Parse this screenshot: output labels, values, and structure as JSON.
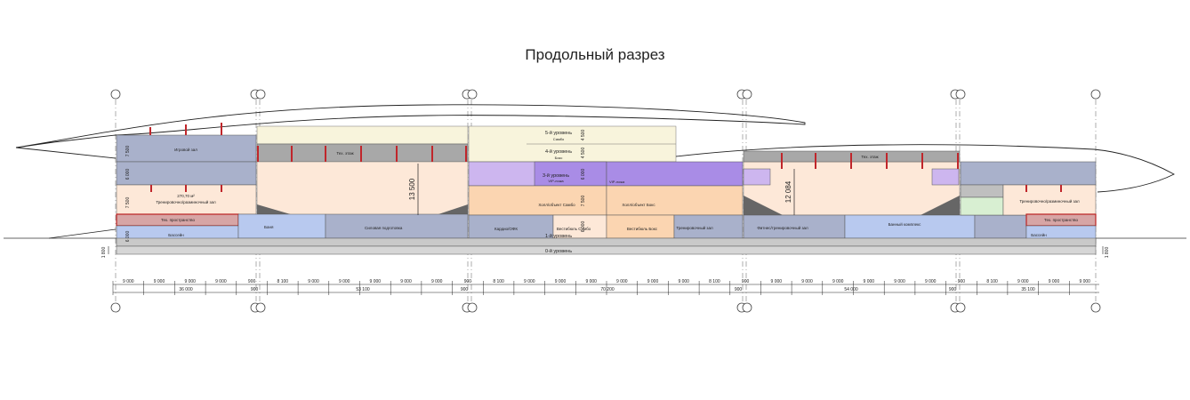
{
  "title": "Продольный разрез",
  "levels": {
    "l5": "5-й уровень",
    "l5_sub": "Самбо",
    "l4": "4-й уровень",
    "l4_sub": "Бокс",
    "l3": "3-й уровень",
    "l3_sub": "VIP-ложа",
    "l1": "1-й уровень",
    "l0": "0-й уровень"
  },
  "rooms": {
    "game_hall": "Игровой зал",
    "tech_floor": "Тех. этаж",
    "tech_floor_right": "Тех. этаж",
    "area": "270,70 м²",
    "training_left": "Тренировочно/разминочный зал",
    "training_right": "Тренировочно/разминочный зал",
    "tech_space_left": "Тех. пространство",
    "tech_space_right": "Тех. пространство",
    "pool_left": "Бассейн",
    "pool_right": "Бассейн",
    "sauna": "Баня",
    "strength": "Силовая подготовка",
    "ofp": "Кардио/ОФК",
    "sambo_hall": "Холл/объект Самбо",
    "box_hall": "Холл/объект Бокс",
    "vip_box": "VIP-ложа",
    "sambo_lobby": "Вестибюль Самбо",
    "box_lobby": "Вестибюль Бокс",
    "training_hall": "Тренировочный зал",
    "fitness": "Фитнес/тренировочный зал",
    "bath": "Банный комплекс"
  },
  "heights": {
    "h1": "13 500",
    "h2": "12 084",
    "d4": "4 500",
    "d3": "4 500",
    "d2": "6 000",
    "d1": "7 500",
    "d0": "6 000",
    "lg1": "7 500",
    "lg2": "6 000",
    "lg3": "7 500",
    "lg4": "6 000",
    "base": "1 800"
  },
  "spans": [
    "9 000",
    "9 000",
    "9 000",
    "9 000",
    "900",
    "8 100",
    "9 000",
    "9 000",
    "9 000",
    "9 000",
    "9 000",
    "900",
    "8 100",
    "9 000",
    "9 000",
    "9 000",
    "9 000",
    "9 000",
    "9 000",
    "8 100",
    "900",
    "9 000",
    "9 000",
    "9 000",
    "9 000",
    "9 000",
    "9 000",
    "900",
    "8 100",
    "9 000",
    "9 000",
    "9 000"
  ],
  "totals": [
    "36 000",
    "900",
    "53 100",
    "900",
    "70 200",
    "900",
    "54 000",
    "900",
    "35 100"
  ],
  "colors": {
    "grey_blue": "#a9b1cb",
    "cream": "#f8f4dc",
    "peach": "#fde8d8",
    "orange": "#fbd5b1",
    "purple": "#a98ce6",
    "light_purple": "#cdb6ef",
    "blue": "#b8c9ef",
    "grey": "#bfbfbf",
    "red": "#c0262b",
    "green": "#d8efd2"
  }
}
